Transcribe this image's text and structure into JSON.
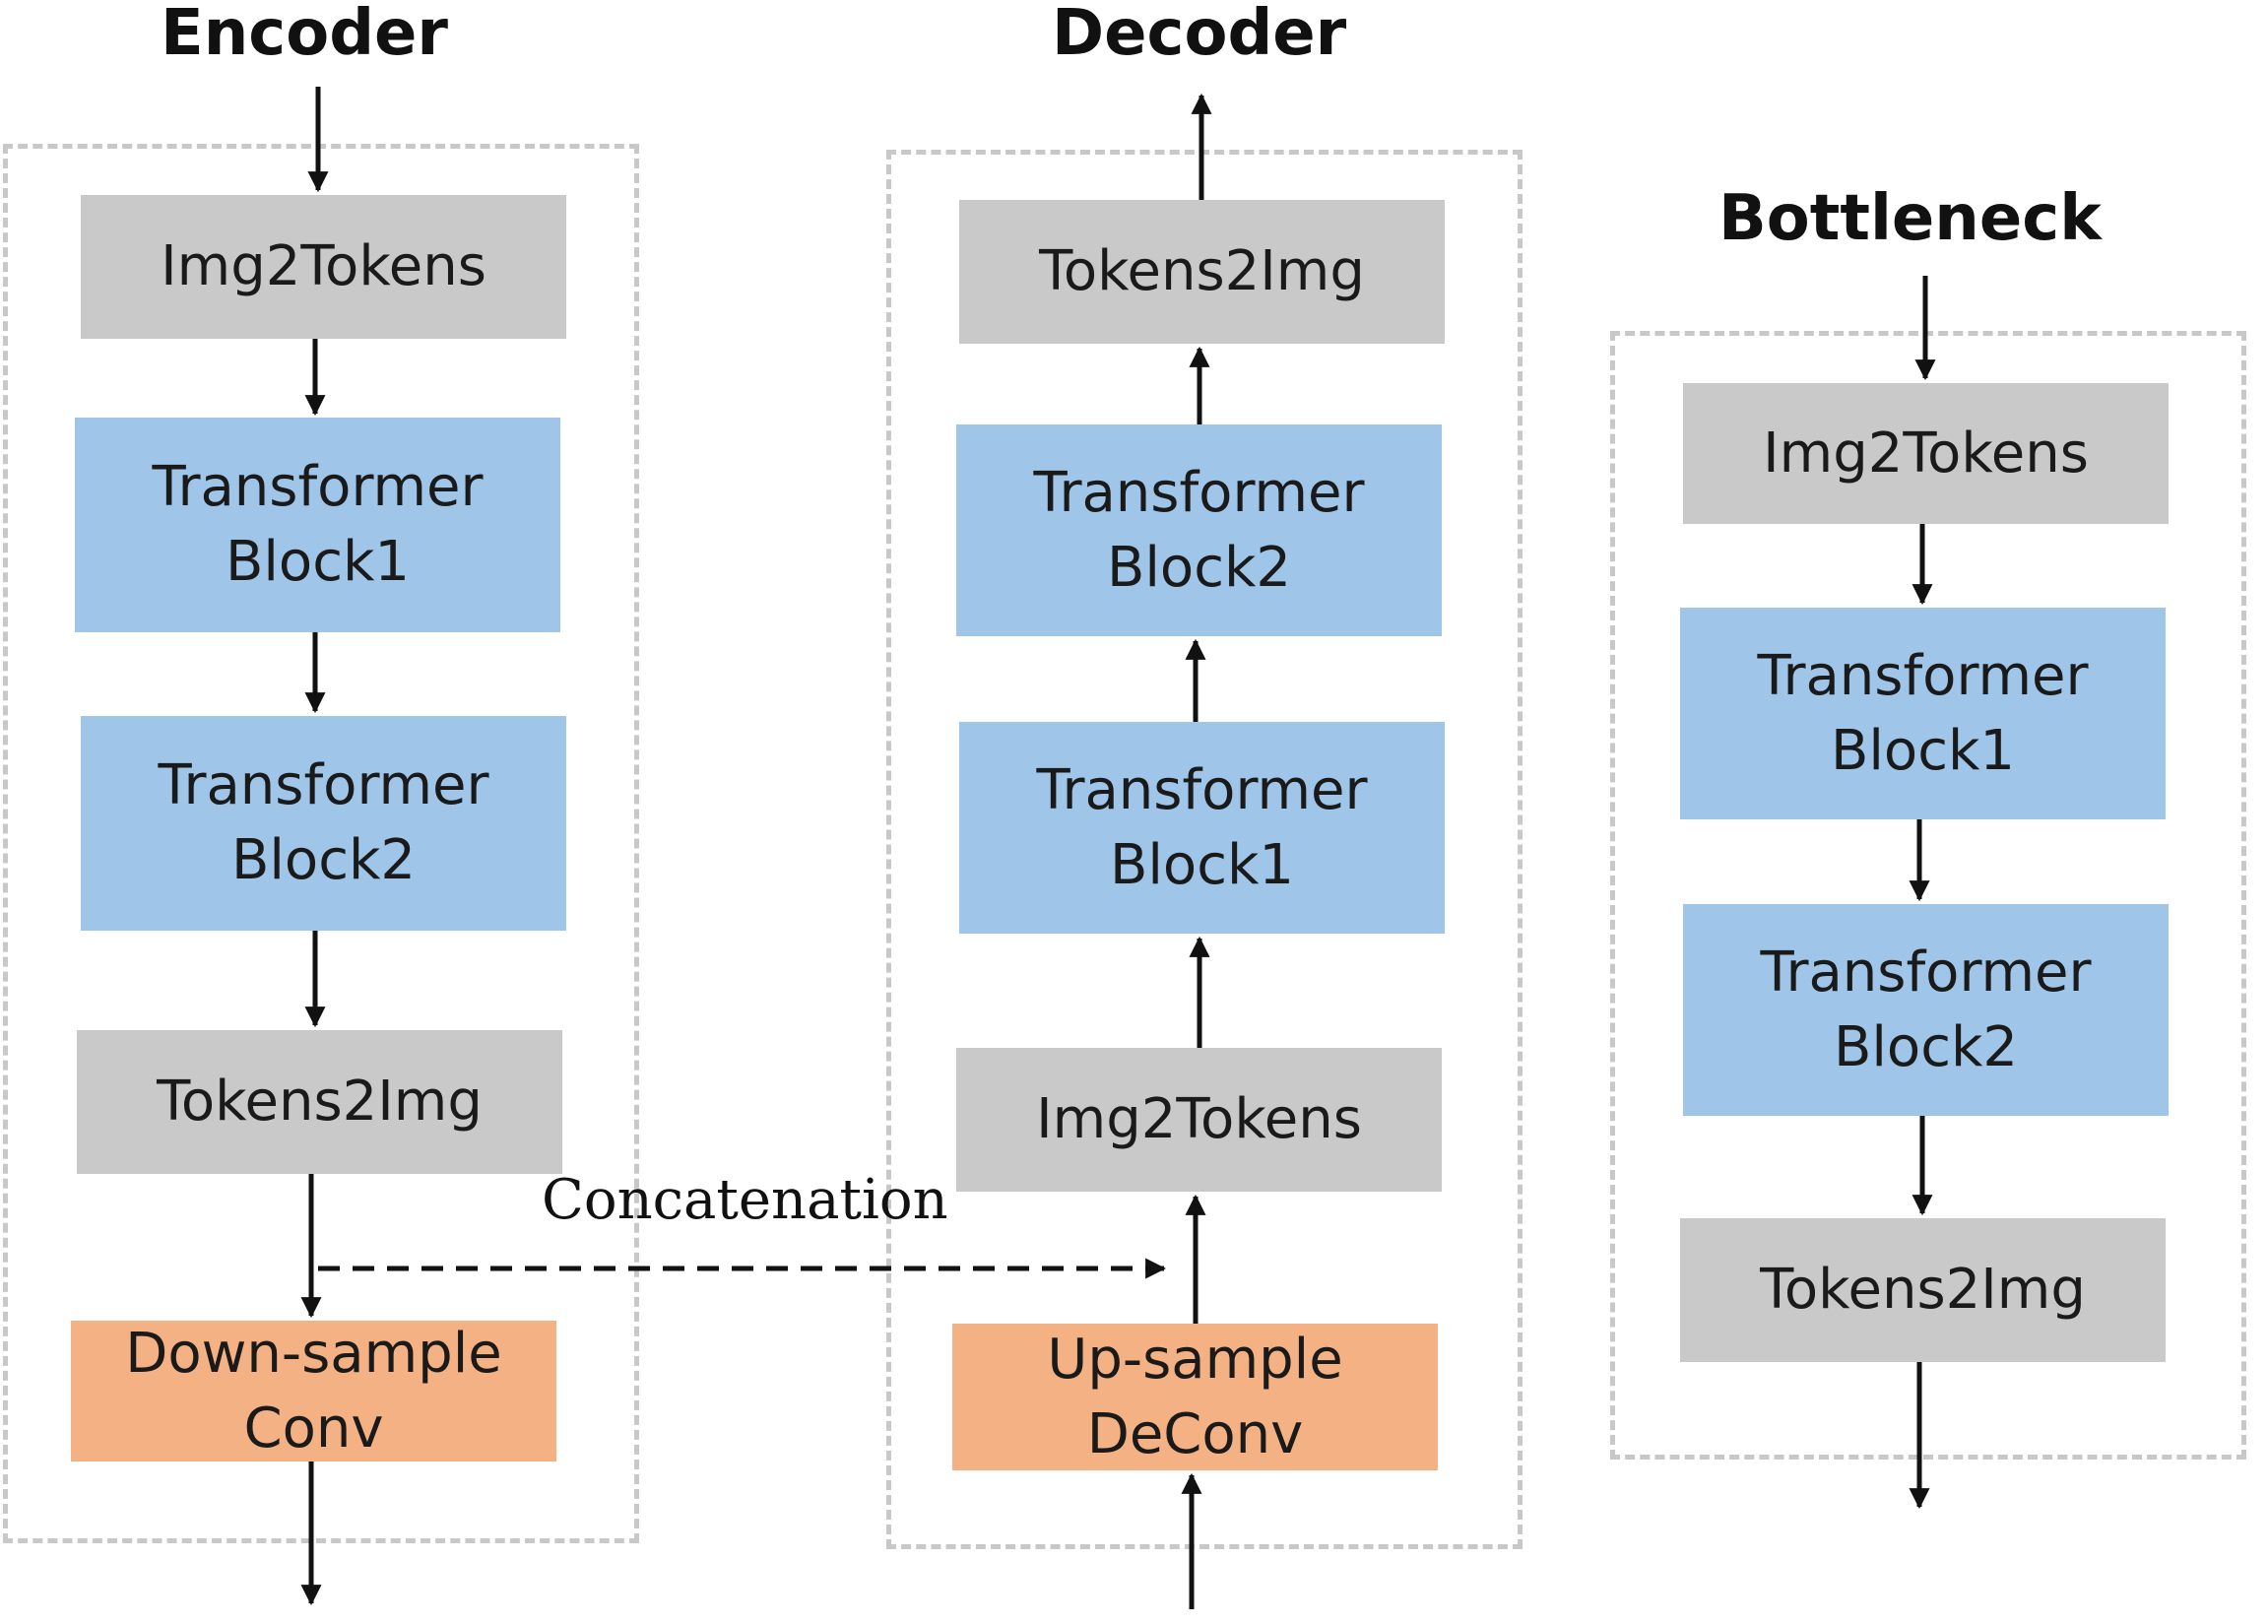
{
  "encoder": {
    "title": "Encoder",
    "img2tokens": "Img2Tokens",
    "block1": [
      "Transformer",
      "Block1"
    ],
    "block2": [
      "Transformer",
      "Block2"
    ],
    "tokens2img": "Tokens2Img",
    "downsample": [
      "Down-sample",
      "Conv"
    ]
  },
  "decoder": {
    "title": "Decoder",
    "tokens2img": "Tokens2Img",
    "block2": [
      "Transformer",
      "Block2"
    ],
    "block1": [
      "Transformer",
      "Block1"
    ],
    "img2tokens": "Img2Tokens",
    "upsample": [
      "Up-sample",
      "DeConv"
    ]
  },
  "bottleneck": {
    "title": "Bottleneck",
    "img2tokens": "Img2Tokens",
    "block1": [
      "Transformer",
      "Block1"
    ],
    "block2": [
      "Transformer",
      "Block2"
    ],
    "tokens2img": "Tokens2Img"
  },
  "connection": {
    "label": "Concatenation"
  },
  "colors": {
    "token_block": "#c9c9c9",
    "transformer_block": "#9fc5e8",
    "sampling_block": "#f4b183",
    "group_border": "#c8c8c8"
  }
}
